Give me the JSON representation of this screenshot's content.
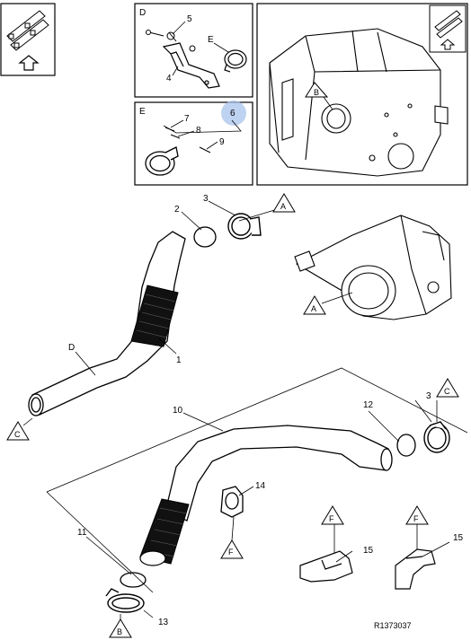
{
  "figure_id": "R1373037",
  "detail_views": {
    "d": {
      "letter": "D",
      "part_labels": [
        "5",
        "E",
        "4"
      ]
    },
    "e": {
      "letter": "E",
      "part_labels": [
        "6",
        "7",
        "8",
        "9"
      ]
    },
    "overview": {
      "marker": "B"
    }
  },
  "markers": {
    "a": "A",
    "b": "B",
    "c": "C",
    "d": "D",
    "f": "F"
  },
  "part_labels": {
    "p1": "1",
    "p2": "2",
    "p3a": "3",
    "p3b": "3",
    "p10": "10",
    "p11": "11",
    "p12": "12",
    "p13": "13",
    "p14": "14",
    "p15a": "15",
    "p15b": "15"
  },
  "colors": {
    "line": "#000000",
    "highlight": "#a8c4ec",
    "background": "#ffffff"
  }
}
